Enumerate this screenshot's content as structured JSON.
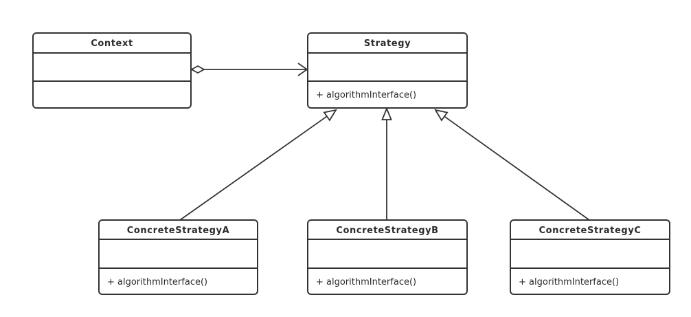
{
  "diagram": {
    "type": "uml-class-diagram",
    "pattern_depicted": "Strategy",
    "colors": {
      "background": "#ffffff",
      "stroke": "#333333",
      "box_fill": "#ffffff",
      "text": "#2b2b2b"
    },
    "classes": {
      "context": {
        "name": "Context",
        "attributes": [],
        "methods": []
      },
      "strategy": {
        "name": "Strategy",
        "attributes": [],
        "methods": [
          "+ algorithmInterface()"
        ]
      },
      "concrete_a": {
        "name": "ConcreteStrategyA",
        "attributes": [],
        "methods": [
          "+ algorithmInterface()"
        ]
      },
      "concrete_b": {
        "name": "ConcreteStrategyB",
        "attributes": [],
        "methods": [
          "+ algorithmInterface()"
        ]
      },
      "concrete_c": {
        "name": "ConcreteStrategyC",
        "attributes": [],
        "methods": [
          "+ algorithmInterface()"
        ]
      }
    },
    "relationships": [
      {
        "from": "Context",
        "to": "Strategy",
        "type": "aggregation",
        "source_marker": "hollow-diamond",
        "target_marker": "open-arrowhead"
      },
      {
        "from": "ConcreteStrategyA",
        "to": "Strategy",
        "type": "generalization",
        "target_marker": "hollow-triangle"
      },
      {
        "from": "ConcreteStrategyB",
        "to": "Strategy",
        "type": "generalization",
        "target_marker": "hollow-triangle"
      },
      {
        "from": "ConcreteStrategyC",
        "to": "Strategy",
        "type": "generalization",
        "target_marker": "hollow-triangle"
      }
    ]
  }
}
